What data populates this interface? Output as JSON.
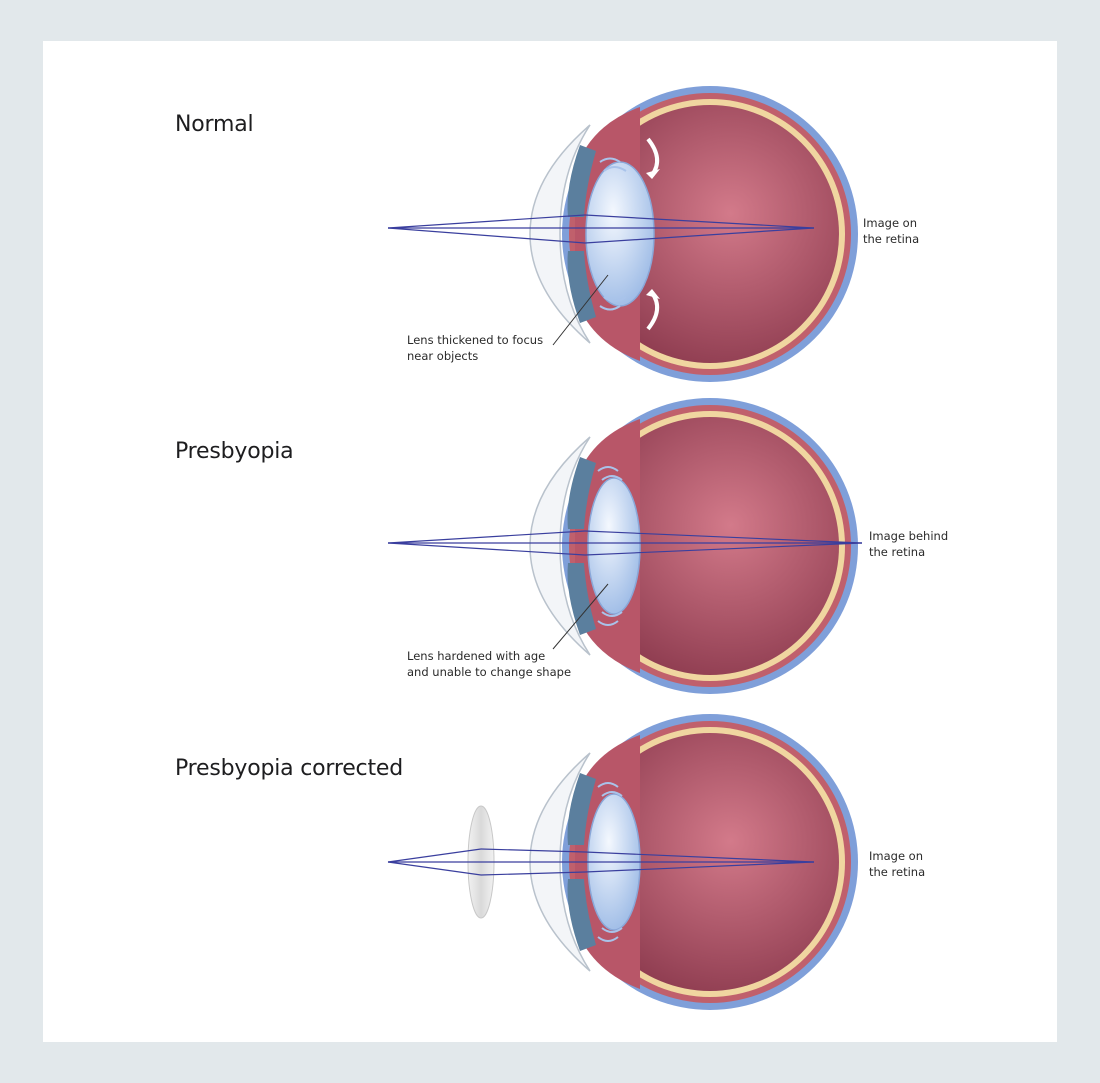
{
  "panels": [
    {
      "title": "Normal",
      "callout": [
        "Lens thickened to focus",
        "near objects"
      ],
      "image_label": [
        "Image on",
        "the retina"
      ],
      "corrective_lens": false,
      "lens_state": "thickened",
      "focus": "on-retina"
    },
    {
      "title": "Presbyopia",
      "callout": [
        "Lens hardened with age",
        "and unable to change shape"
      ],
      "image_label": [
        "Image behind",
        "the retina"
      ],
      "corrective_lens": false,
      "lens_state": "hardened",
      "focus": "behind-retina"
    },
    {
      "title": "Presbyopia corrected",
      "callout": [],
      "image_label": [
        "Image on",
        "the retina"
      ],
      "corrective_lens": true,
      "lens_state": "hardened",
      "focus": "on-retina"
    }
  ],
  "colors": {
    "background": "#e2e8eb",
    "card": "#ffffff",
    "sclera": "#7f9fd9",
    "choroid": "#c0606c",
    "retina": "#f0d6a0",
    "vitreous": "#a8485e",
    "lens": "#c6d8f2",
    "cornea": "#f3f5f8",
    "iris": "#5b7f9e",
    "optic_nerve": "#f1d29a",
    "light_ray": "#3a3f9e"
  }
}
